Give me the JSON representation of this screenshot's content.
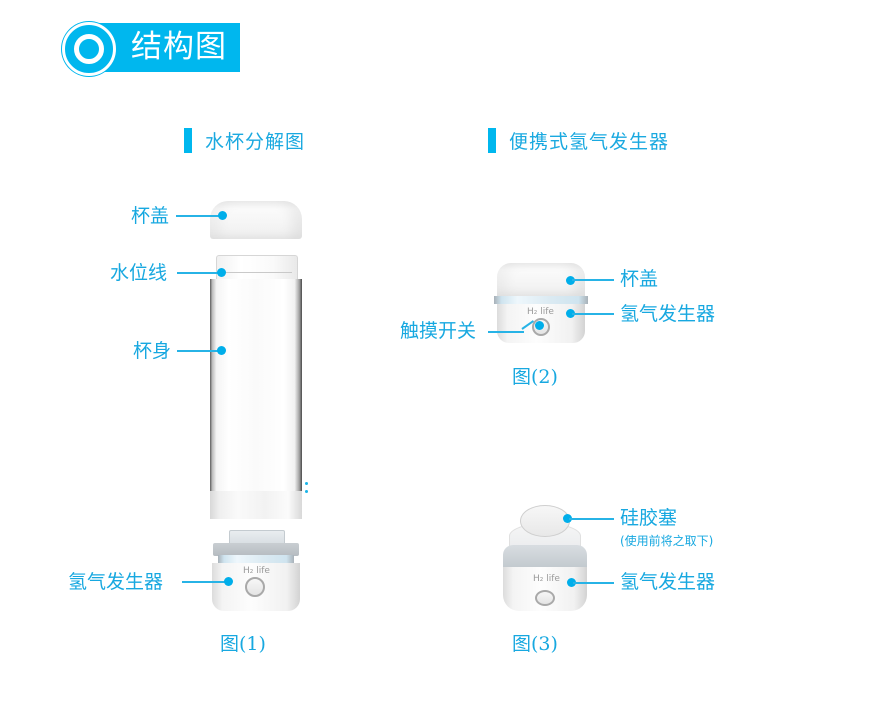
{
  "header": {
    "title": "结构图",
    "icon": "circle-ring-icon",
    "accent_color": "#00b7ee"
  },
  "sections": {
    "left": {
      "title": "水杯分解图"
    },
    "right": {
      "title": "便携式氢气发生器"
    }
  },
  "figure1": {
    "caption": "图(1)",
    "labels": {
      "lid": "杯盖",
      "water_line": "水位线",
      "body": "杯身",
      "generator": "氢气发生器"
    },
    "logo_text": "H₂ life"
  },
  "figure2": {
    "caption": "图(2)",
    "labels": {
      "lid": "杯盖",
      "generator": "氢气发生器",
      "touch_switch": "触摸开关"
    },
    "logo_text": "H₂ life"
  },
  "figure3": {
    "caption": "图(3)",
    "labels": {
      "silicone_plug": "硅胶塞",
      "silicone_plug_note": "(使用前将之取下)",
      "generator": "氢气发生器"
    },
    "logo_text": "H₂ life"
  }
}
